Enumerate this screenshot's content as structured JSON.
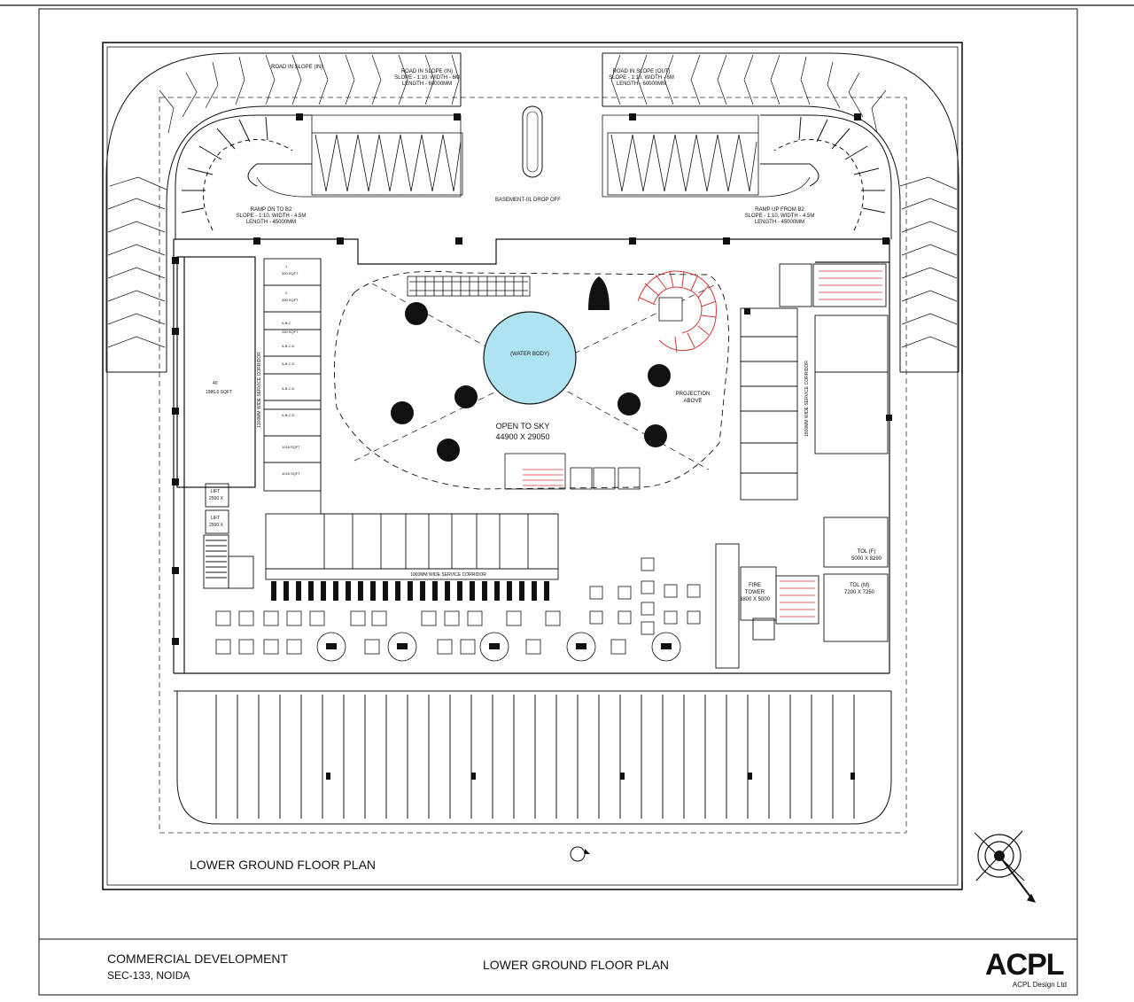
{
  "plan": {
    "title": "LOWER GROUND FLOOR PLAN",
    "labels": {
      "road_in_slope": "ROAD IN SLOPE (IN)",
      "road_in_slope_in": "ROAD IN SLOPE (IN)",
      "road_in_slope_in_dims": "SLOPE - 1:10, WIDTH - 6M",
      "road_in_slope_in_len": "LENGTH - 60000MM",
      "road_in_slope_out": "ROAD IN SLOPE (OUT)",
      "road_in_slope_out_dims": "SLOPE - 1:10, WIDTH - 6M",
      "road_in_slope_out_len": "LENGTH - 60000MM",
      "basement_drop_off": "BASEMENT-01 DROP OFF",
      "ramp_on_to_b2": "RAMP ON TO B2",
      "ramp_on_dims": "SLOPE - 1:10, WIDTH - 4.5M",
      "ramp_on_len": "LENGTH - 45000MM",
      "ramp_up_from_b2": "RAMP UP FROM B2",
      "ramp_up_dims": "SLOPE - 1:10, WIDTH - 4.5M",
      "ramp_up_len": "LENGTH - 45000MM",
      "water_body": "(WATER BODY)",
      "open_to_sky": "OPEN TO SKY",
      "open_to_sky_dims": "44900 X 29050",
      "projection": "PROJECTION",
      "above": "ABOVE",
      "corridor_left": "1300MM WIDE SERVICE CORRIDOR",
      "corridor_right": "1800MM WIDE SERVICE CORRIDOR",
      "corridor_bottom": "1000MM WIDE SERVICE CORRIDOR",
      "fire_tower": "FIRE",
      "fire_tower_2": "TOWER",
      "fire_tower_dims": "3800 X 5000",
      "tol_f": "TOL (F)",
      "tol_f_dims": "5000 X 8290",
      "tol_m": "TOL (M)",
      "tol_m_dims": "7200 X 7250",
      "lift": "LIFT",
      "lift_dims": "2500 X",
      "lift_dims_2": "2500",
      "shop_40": "40",
      "shop_40_area": "1986.5 SQFT"
    },
    "north_marker": "N"
  },
  "title_block": {
    "project": "COMMERCIAL DEVELOPMENT",
    "location": "SEC-133, NOIDA",
    "sheet": "LOWER GROUND FLOOR PLAN",
    "logo": "ACPL",
    "logo_sub": "ACPL Design   Ltd"
  }
}
